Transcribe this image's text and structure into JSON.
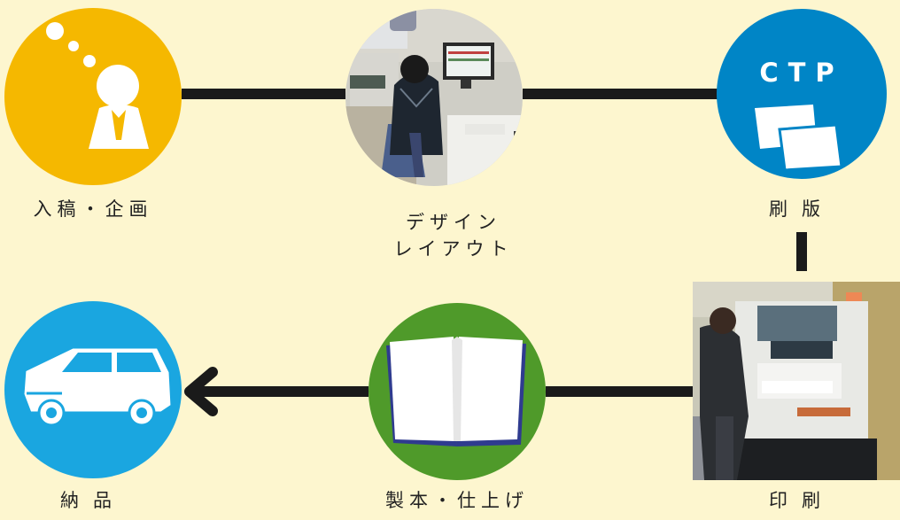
{
  "steps": {
    "planning": {
      "label": "入稿・企画",
      "icon": "thinking-person-icon",
      "color": "#f5b800"
    },
    "design": {
      "label_line1": "デザイン",
      "label_line2": "レイアウト",
      "icon": "designer-at-computer-photo"
    },
    "ctp": {
      "label": "刷版",
      "badge": "CTP",
      "icon": "printing-plates-icon",
      "color": "#0085c6"
    },
    "printing": {
      "label": "印刷",
      "icon": "offset-press-photo"
    },
    "binding": {
      "label": "製本・仕上げ",
      "icon": "open-book-icon",
      "color": "#4f9a2a"
    },
    "delivery": {
      "label": "納品",
      "icon": "delivery-car-icon",
      "color": "#1aa6e0"
    }
  },
  "colors": {
    "background": "#fdf6cf",
    "connector": "#1a1a1a"
  }
}
